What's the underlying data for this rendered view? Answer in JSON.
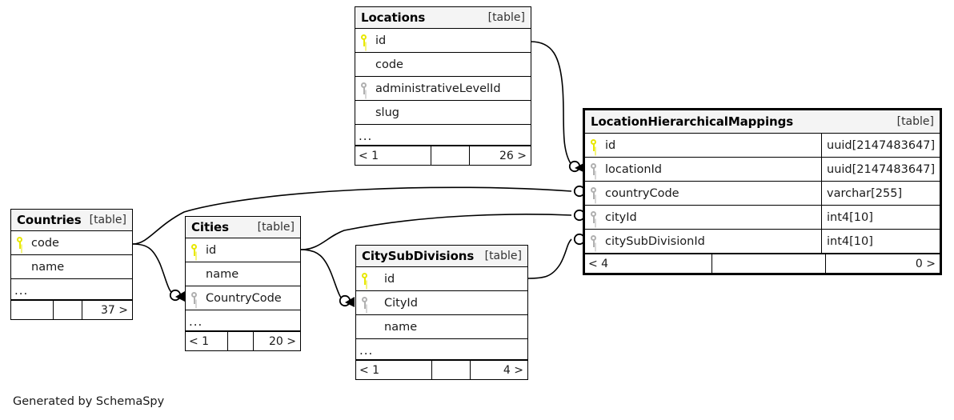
{
  "diagram": {
    "caption": "Generated by SchemaSpy",
    "table_tag": "[table]",
    "ellipsis": "...",
    "colors": {
      "primary_key": "#e8e800",
      "foreign_key": "#b0b0b0",
      "header_background": "#f4f4f4",
      "border": "#000000",
      "background": "#ffffff"
    }
  },
  "tables": {
    "locations": {
      "title": "Locations",
      "tag": "[table]",
      "columns": [
        {
          "key": "pk",
          "name": "id",
          "type": ""
        },
        {
          "key": "none",
          "name": "code",
          "type": ""
        },
        {
          "key": "fk",
          "name": "administrativeLevelId",
          "type": ""
        },
        {
          "key": "none",
          "name": "slug",
          "type": ""
        }
      ],
      "more": "...",
      "footer": {
        "left": "< 1",
        "middle": "",
        "right": "26 >"
      }
    },
    "location_hierarchical_mappings": {
      "title": "LocationHierarchicalMappings",
      "tag": "[table]",
      "columns": [
        {
          "key": "pk",
          "name": "id",
          "type": "uuid[2147483647]"
        },
        {
          "key": "fk",
          "name": "locationId",
          "type": "uuid[2147483647]"
        },
        {
          "key": "fk",
          "name": "countryCode",
          "type": "varchar[255]"
        },
        {
          "key": "fk",
          "name": "cityId",
          "type": "int4[10]"
        },
        {
          "key": "fk",
          "name": "citySubDivisionId",
          "type": "int4[10]"
        }
      ],
      "more": "",
      "footer": {
        "left": "< 4",
        "middle": "",
        "right": "0 >"
      }
    },
    "countries": {
      "title": "Countries",
      "tag": "[table]",
      "columns": [
        {
          "key": "pk",
          "name": "code",
          "type": ""
        },
        {
          "key": "none",
          "name": "name",
          "type": ""
        }
      ],
      "more": "...",
      "footer": {
        "left": "",
        "middle": "",
        "right": "37 >"
      }
    },
    "cities": {
      "title": "Cities",
      "tag": "[table]",
      "columns": [
        {
          "key": "pk",
          "name": "id",
          "type": ""
        },
        {
          "key": "none",
          "name": "name",
          "type": ""
        },
        {
          "key": "fk",
          "name": "CountryCode",
          "type": ""
        }
      ],
      "more": "...",
      "footer": {
        "left": "< 1",
        "middle": "",
        "right": "20 >"
      }
    },
    "city_sub_divisions": {
      "title": "CitySubDivisions",
      "tag": "[table]",
      "columns": [
        {
          "key": "pk",
          "name": "id",
          "type": ""
        },
        {
          "key": "fk",
          "name": "CityId",
          "type": ""
        },
        {
          "key": "none",
          "name": "name",
          "type": ""
        }
      ],
      "more": "...",
      "footer": {
        "left": "< 1",
        "middle": "",
        "right": "4 >"
      }
    }
  },
  "relationships": [
    {
      "from": "Locations.id",
      "to": "LocationHierarchicalMappings.locationId"
    },
    {
      "from": "Countries.code",
      "to": "LocationHierarchicalMappings.countryCode"
    },
    {
      "from": "Cities.id",
      "to": "LocationHierarchicalMappings.cityId"
    },
    {
      "from": "CitySubDivisions.id",
      "to": "LocationHierarchicalMappings.citySubDivisionId"
    },
    {
      "from": "Countries.code",
      "to": "Cities.CountryCode"
    },
    {
      "from": "Cities.id",
      "to": "CitySubDivisions.CityId"
    }
  ]
}
